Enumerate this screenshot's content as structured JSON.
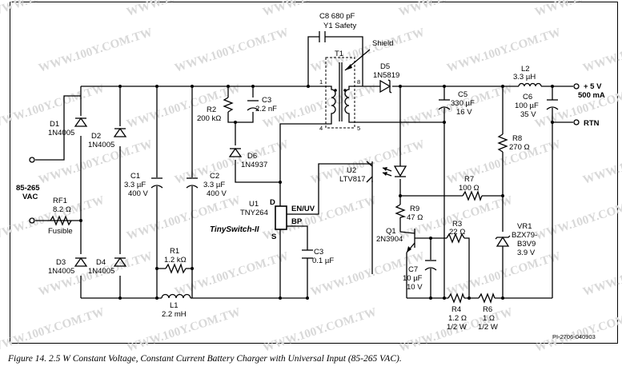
{
  "watermark": "WWW.100Y.COM.TW",
  "caption": "Figure 14.  2.5 W Constant Voltage, Constant Current Battery Charger with Universal Input (85-265 VAC).",
  "ref": "PI-2706-040903",
  "input": {
    "line1": "85-265",
    "line2": "VAC"
  },
  "rf1": {
    "ref": "RF1",
    "value": "8.2 Ω",
    "note": "Fusible"
  },
  "d1": {
    "ref": "D1",
    "part": "1N4005"
  },
  "d2": {
    "ref": "D2",
    "part": "1N4005"
  },
  "d3": {
    "ref": "D3",
    "part": "1N4005"
  },
  "d4": {
    "ref": "D4",
    "part": "1N4005"
  },
  "c1": {
    "ref": "C1",
    "value": "3.3 µF",
    "volt": "400 V"
  },
  "c2": {
    "ref": "C2",
    "value": "3.3 µF",
    "volt": "400 V"
  },
  "r1": {
    "ref": "R1",
    "value": "1.2 kΩ"
  },
  "l1": {
    "ref": "L1",
    "value": "2.2 mH"
  },
  "r2": {
    "ref": "R2",
    "value": "200 kΩ"
  },
  "c3a": {
    "ref": "C3",
    "value": "2.2 nF"
  },
  "d6": {
    "ref": "D6",
    "part": "1N4937"
  },
  "c8": {
    "ref": "C8 680 pF",
    "type": "Y1 Safety"
  },
  "t1": {
    "ref": "T1",
    "shield": "Shield",
    "p1": "1",
    "p4": "4",
    "p5": "5",
    "p8": "8"
  },
  "u1": {
    "ref": "U1",
    "part": "TNY264",
    "brand": "TinySwitch-II",
    "pin_d": "D",
    "pin_en": "EN/UV",
    "pin_bp": "BP",
    "pin_s": "S"
  },
  "c3b": {
    "ref": "C3",
    "value": "0.1 µF"
  },
  "d5": {
    "ref": "D5",
    "part": "1N5819"
  },
  "l2": {
    "ref": "L2",
    "value": "3.3 µH"
  },
  "c5": {
    "ref": "C5",
    "value": "330 µF",
    "volt": "16 V"
  },
  "c6": {
    "ref": "C6",
    "value": "100 µF",
    "volt": "35 V"
  },
  "output": {
    "v": "+ 5 V",
    "i": "500 mA",
    "rtn": "RTN"
  },
  "r8": {
    "ref": "R8",
    "value": "270 Ω"
  },
  "u2": {
    "ref": "U2",
    "part": "LTV817"
  },
  "r7": {
    "ref": "R7",
    "value": "100 Ω"
  },
  "r9": {
    "ref": "R9",
    "value": "47 Ω"
  },
  "q1": {
    "ref": "Q1",
    "part": "2N3904"
  },
  "r3": {
    "ref": "R3",
    "value": "22 Ω"
  },
  "vr1": {
    "ref": "VR1",
    "part": "BZX79-",
    "part2": "B3V9",
    "volt": "3.9 V"
  },
  "c7": {
    "ref": "C7",
    "value": "10 µF",
    "volt": "10 V"
  },
  "r4": {
    "ref": "R4",
    "value": "1.2 Ω",
    "power": "1/2 W"
  },
  "r6": {
    "ref": "R6",
    "value": "1 Ω",
    "power": "1/2 W"
  }
}
